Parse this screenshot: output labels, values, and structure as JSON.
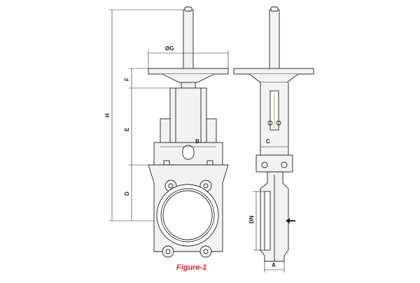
{
  "figure": {
    "caption": "Figure-1",
    "caption_color": "#e0202a",
    "line_color": "#222222",
    "fill_color": "#f2f2f2"
  },
  "dimensions": {
    "g": "ØG",
    "f": "F",
    "h": "H",
    "e": "E",
    "b": "B",
    "d": "D",
    "c": "C",
    "dn": "DN",
    "a": "A"
  },
  "icons": {
    "flow_arrow": "flow-direction-arrow-icon"
  }
}
